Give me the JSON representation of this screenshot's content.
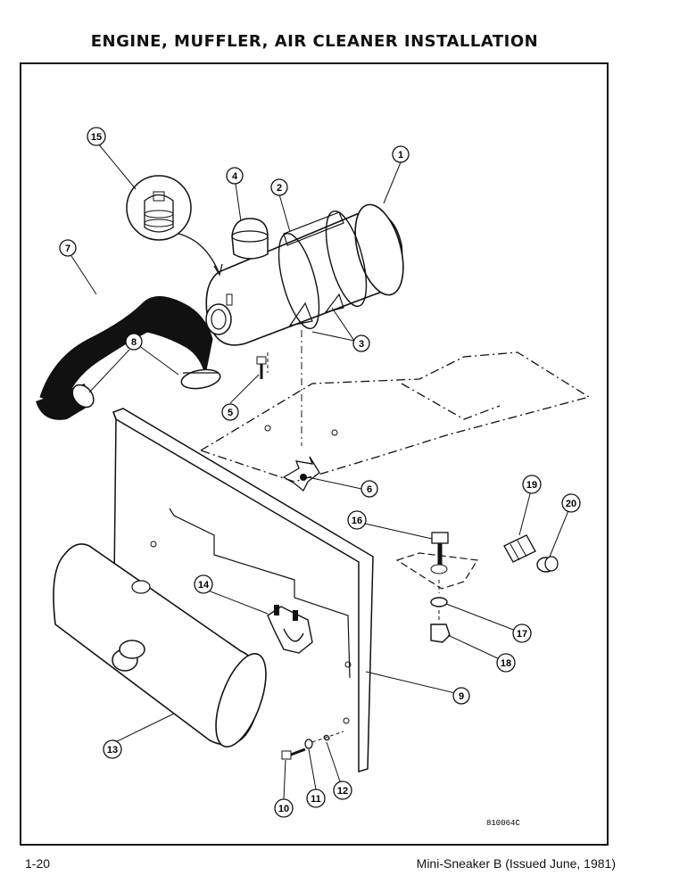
{
  "title": "ENGINE, MUFFLER, AIR CLEANER INSTALLATION",
  "drawing_code": "810064C",
  "footer": {
    "page": "1-20",
    "manual": "Mini-Sneaker B (Issued June, 1981)"
  },
  "callouts": [
    "1",
    "2",
    "3",
    "4",
    "5",
    "6",
    "7",
    "8",
    "9",
    "10",
    "11",
    "12",
    "13",
    "14",
    "15",
    "16",
    "17",
    "18",
    "19",
    "20"
  ]
}
